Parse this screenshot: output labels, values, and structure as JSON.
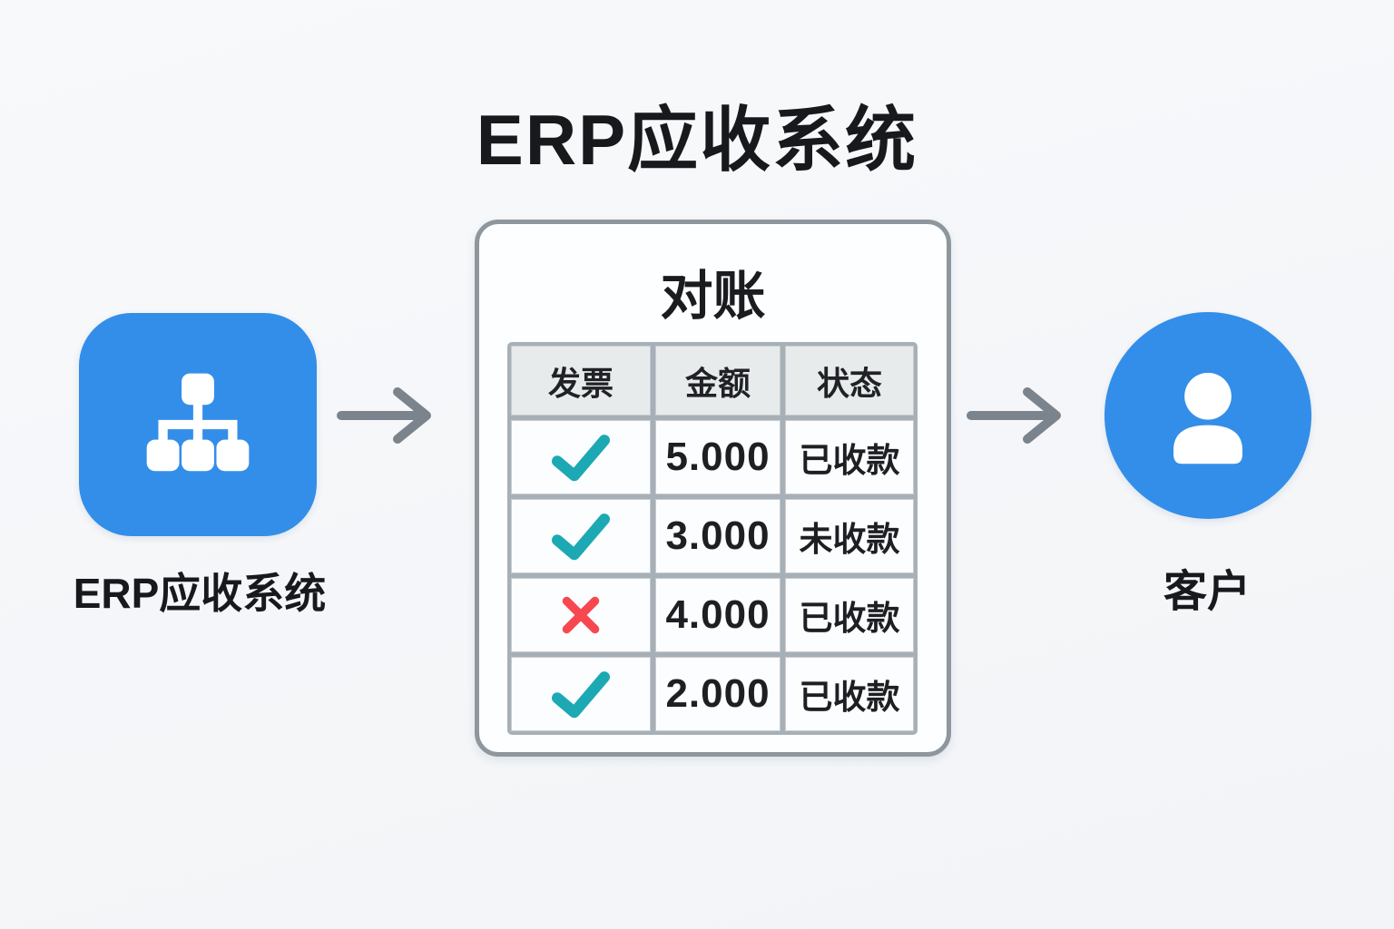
{
  "title": "ERP应收系统",
  "left_node": {
    "label": "ERP应收系统",
    "icon": "org-chart-icon"
  },
  "flow": {
    "arrow1": "erp-to-reconciliation",
    "arrow2": "reconciliation-to-customer"
  },
  "card": {
    "title": "对账",
    "table": {
      "headers": [
        "发票",
        "金额",
        "状态"
      ],
      "rows": [
        {
          "invoice": "check",
          "amount": "5.000",
          "status": "已收款"
        },
        {
          "invoice": "check",
          "amount": "3.000",
          "status": "未收款"
        },
        {
          "invoice": "cross",
          "amount": "4.000",
          "status": "已收款"
        },
        {
          "invoice": "check",
          "amount": "2.000",
          "status": "已收款"
        }
      ]
    }
  },
  "right_node": {
    "label": "客户",
    "icon": "person-icon"
  },
  "colors": {
    "accent_blue": "#338ee9",
    "check_teal": "#1ca9b4",
    "cross_red": "#f8484f",
    "arrow_gray": "#7b848c",
    "card_border": "#8e979e",
    "table_frame": "#a8b0b7",
    "header_cell": "#e8ebec",
    "background": "#f4f6f8"
  }
}
